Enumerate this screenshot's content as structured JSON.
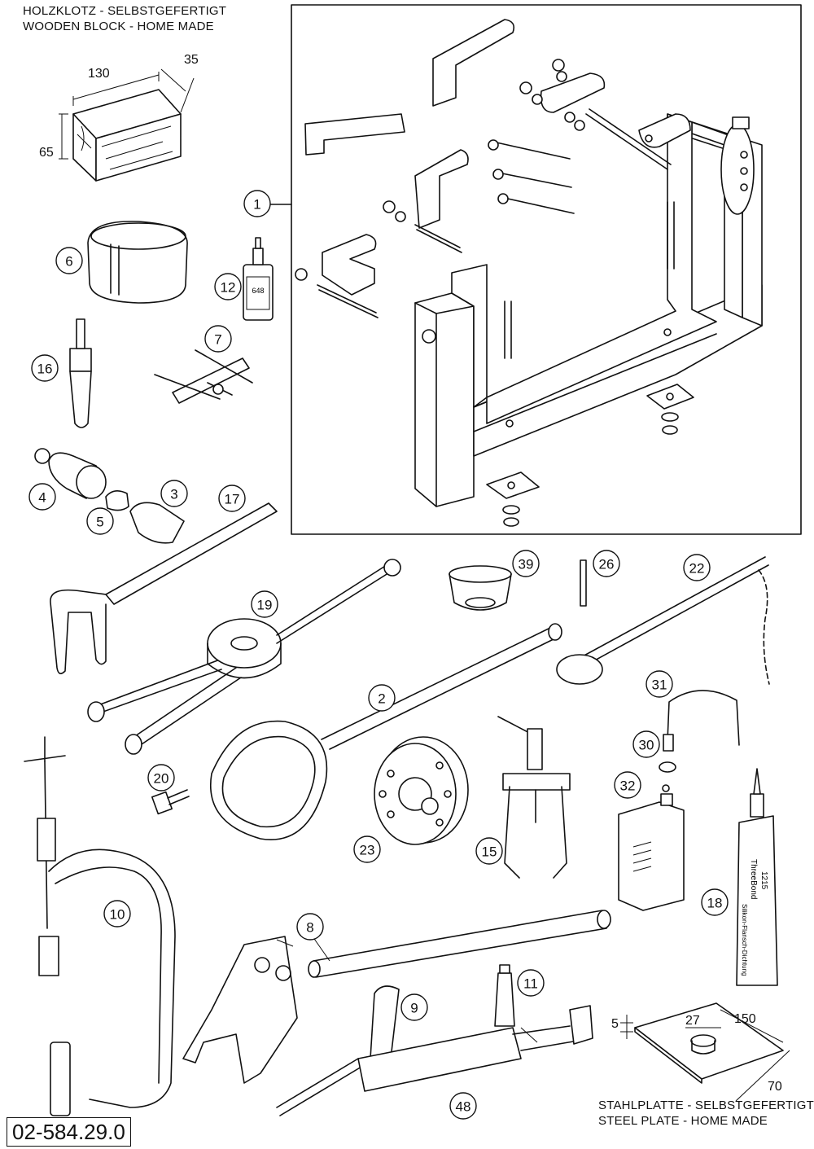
{
  "captions": {
    "wood_block_de": "HOLZKLOTZ - SELBSTGEFERTIGT",
    "wood_block_en": "WOODEN BLOCK - HOME MADE",
    "steel_plate_de": "STAHLPLATTE - SELBSTGEFERTIGT",
    "steel_plate_en": "STEEL PLATE - HOME MADE"
  },
  "wood_block_dims": {
    "length": "130",
    "depth": "35",
    "height": "65"
  },
  "steel_plate_dims": {
    "thickness": "5",
    "hole": "27",
    "length": "150",
    "width": "70"
  },
  "document_number": "02-584.29.0",
  "callouts": {
    "c1": "1",
    "c2": "2",
    "c3": "3",
    "c4": "4",
    "c5": "5",
    "c6": "6",
    "c7": "7",
    "c8": "8",
    "c9": "9",
    "c10": "10",
    "c11": "11",
    "c12": "12",
    "c15": "15",
    "c16": "16",
    "c17": "17",
    "c18": "18",
    "c19": "19",
    "c20": "20",
    "c22": "22",
    "c23": "23",
    "c26": "26",
    "c30": "30",
    "c31": "31",
    "c32": "32",
    "c39": "39",
    "c48": "48"
  },
  "labels": {
    "tube_brand": "ThreeBond",
    "tube_code": "1215",
    "tube_desc": "Silikon-Flansch-Dichtung",
    "bottle_label": "648"
  }
}
